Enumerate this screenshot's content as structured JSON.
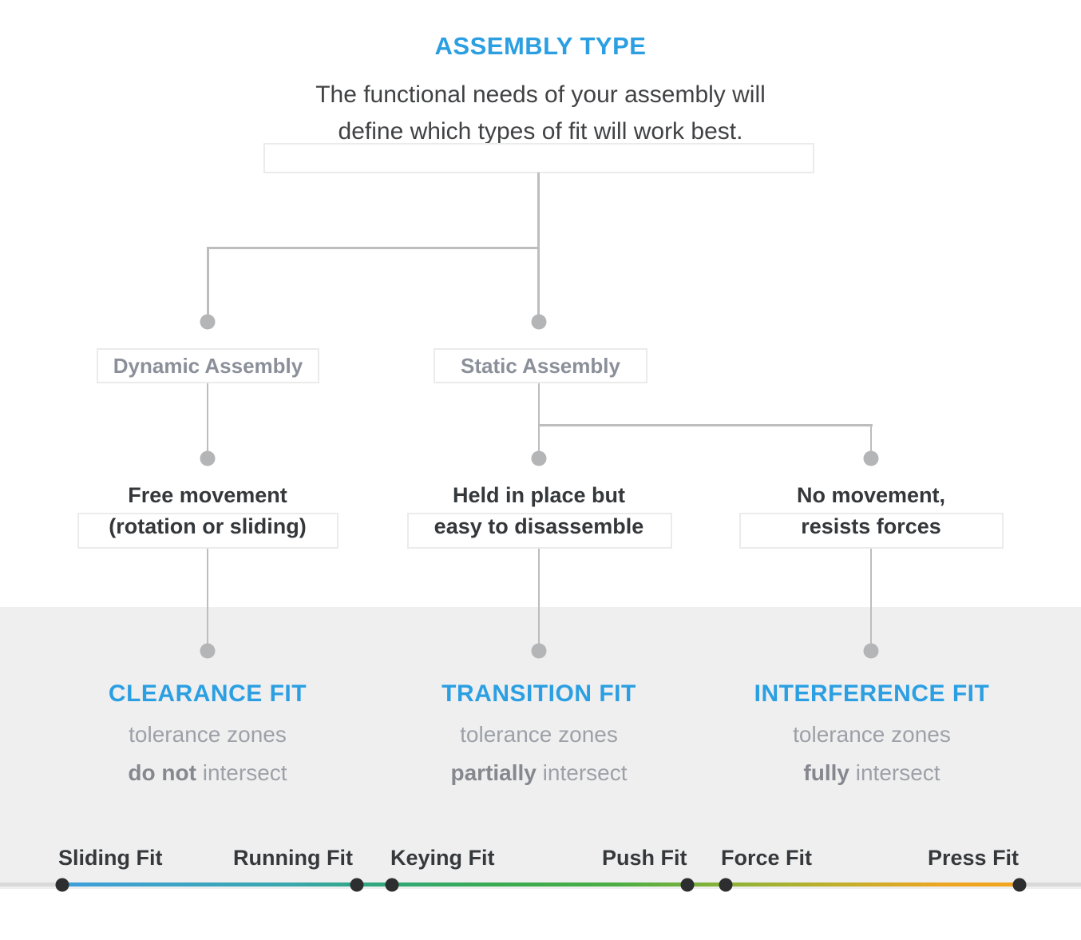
{
  "header": {
    "title": "ASSEMBLY TYPE",
    "subtitle_line1": "The functional needs of your assembly will",
    "subtitle_line2": "define which types of fit will work best."
  },
  "assembly_nodes": {
    "dynamic": "Dynamic Assembly",
    "static": "Static Assembly"
  },
  "function_nodes": {
    "free_movement": {
      "line1": "Free movement",
      "line2": "(rotation or sliding)"
    },
    "held_in_place": {
      "line1": "Held in place but",
      "line2": "easy to disassemble"
    },
    "no_movement": {
      "line1": "No movement,",
      "line2": "resists forces"
    }
  },
  "fit_types": {
    "clearance": {
      "title": "CLEARANCE FIT",
      "line1": "tolerance zones",
      "emphasis": "do not",
      "line2_rest": " intersect"
    },
    "transition": {
      "title": "TRANSITION FIT",
      "line1": "tolerance zones",
      "emphasis": "partially",
      "line2_rest": " intersect"
    },
    "interference": {
      "title": "INTERFERENCE FIT",
      "line1": "tolerance zones",
      "emphasis": "fully",
      "line2_rest": " intersect"
    }
  },
  "fit_scale": {
    "labels": [
      "Sliding Fit",
      "Running Fit",
      "Keying Fit",
      "Push Fit",
      "Force Fit",
      "Press Fit"
    ]
  },
  "colors": {
    "accent-blue": "#2b9fe2",
    "text-dark": "#35383b",
    "text-gray": "#8a8f99",
    "desc-gray": "#9da1a7",
    "desc-gray-bold": "#85888e",
    "line-gray": "#bdbdbe",
    "dot-gray": "#b4b5b7",
    "band-gray": "#efeff0",
    "scale-blue": "#3fa0db",
    "scale-teal": "#39a7ad",
    "scale-teal-green": "#30a87c",
    "scale-green": "#38ab51",
    "scale-olive": "#8fb237",
    "scale-yellow": "#bdb02c",
    "scale-orange": "#f3a51d",
    "scale-end-gray": "#d9d9da",
    "scale-dot-dark": "#2d2e30"
  }
}
